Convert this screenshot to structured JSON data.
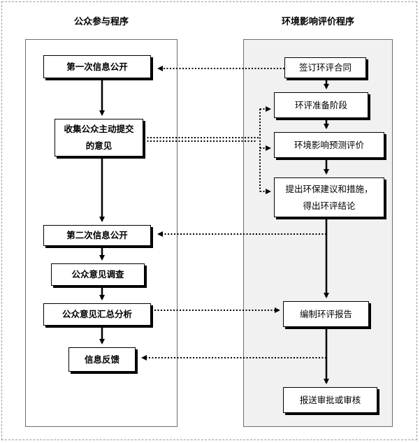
{
  "titles": {
    "left": "公众参与程序",
    "right": "环境影响评价程序"
  },
  "left_steps": {
    "first_disclosure": "第一次信息公开",
    "collect_opinions": "收集公众主动提交的意见",
    "second_disclosure": "第二次信息公开",
    "survey": "公众意见调查",
    "summary": "公众意见汇总分析",
    "feedback": "信息反馈"
  },
  "right_steps": {
    "contract": "签订环评合同",
    "preparation": "环评准备阶段",
    "prediction": "环境影响预测评价",
    "measures": "提出环保建议和措施，得出环评结论",
    "report": "编制环评报告",
    "approval": "报送审批或审核"
  }
}
